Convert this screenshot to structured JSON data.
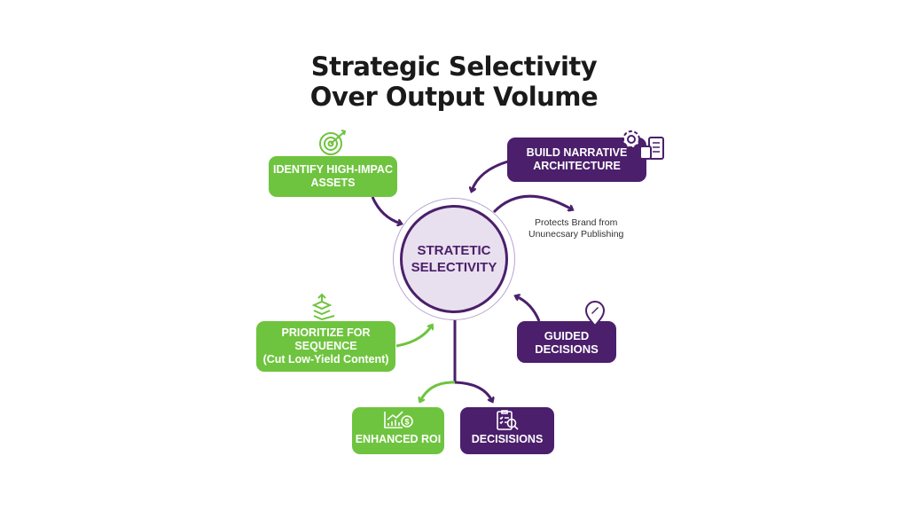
{
  "title": {
    "line1": "Strategic Selectivity",
    "line2": "Over Output Volume"
  },
  "center": {
    "line1": "STRATETIC",
    "line2": "SELECTIVITY"
  },
  "nodes": {
    "identify": {
      "line1": "IDENTIFY HIGH-IMPAC",
      "line2": "ASSETS",
      "icon": "target-icon"
    },
    "build": {
      "line1": "BUILD NARRATIVE",
      "line2": "ARCHITECTURE",
      "icon": "gear-document-icon"
    },
    "prioritize": {
      "line1": "PRIORITIZE FOR",
      "line2": "SEQUENCE",
      "line3": "(Cut Low-Yield Content)",
      "icon": "layers-icon"
    },
    "guided": {
      "line1": "GUIDED",
      "line2": "DECISIONS",
      "icon": "location-pin-icon"
    },
    "roi": {
      "label": "ENHANCED ROI",
      "icon": "growth-chart-icon"
    },
    "decisions": {
      "label": "DECISISIONS",
      "icon": "clipboard-search-icon"
    }
  },
  "note": {
    "line1": "Protects Brand from",
    "line2": "Ununecsary Publishing"
  },
  "colors": {
    "green": "#6fc43f",
    "purple": "#4b1f6b"
  }
}
